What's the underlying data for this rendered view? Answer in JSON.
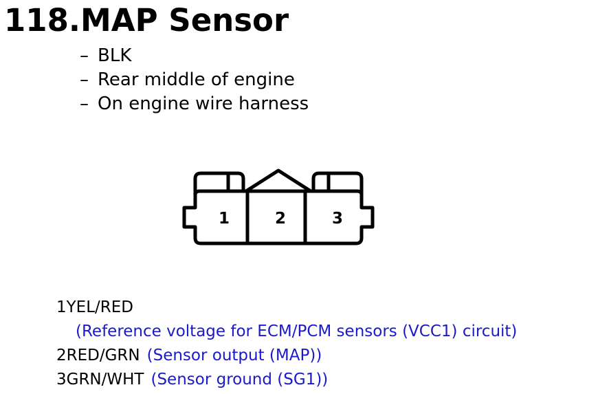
{
  "title": "118.MAP Sensor",
  "bullets": [
    "BLK",
    "Rear middle of engine",
    "On engine wire harness"
  ],
  "bullet_dash": "–",
  "connector": {
    "pins": [
      "1",
      "2",
      "3"
    ]
  },
  "pinout": [
    {
      "wire": "1YEL/RED",
      "description": "(Reference voltage for ECM/PCM sensors (VCC1) circuit)"
    },
    {
      "wire": "2RED/GRN",
      "description": "(Sensor output (MAP))"
    },
    {
      "wire": "3GRN/WHT",
      "description": "(Sensor ground (SG1))"
    }
  ],
  "colors": {
    "description_text": "#1a1acc",
    "text": "#000000"
  }
}
